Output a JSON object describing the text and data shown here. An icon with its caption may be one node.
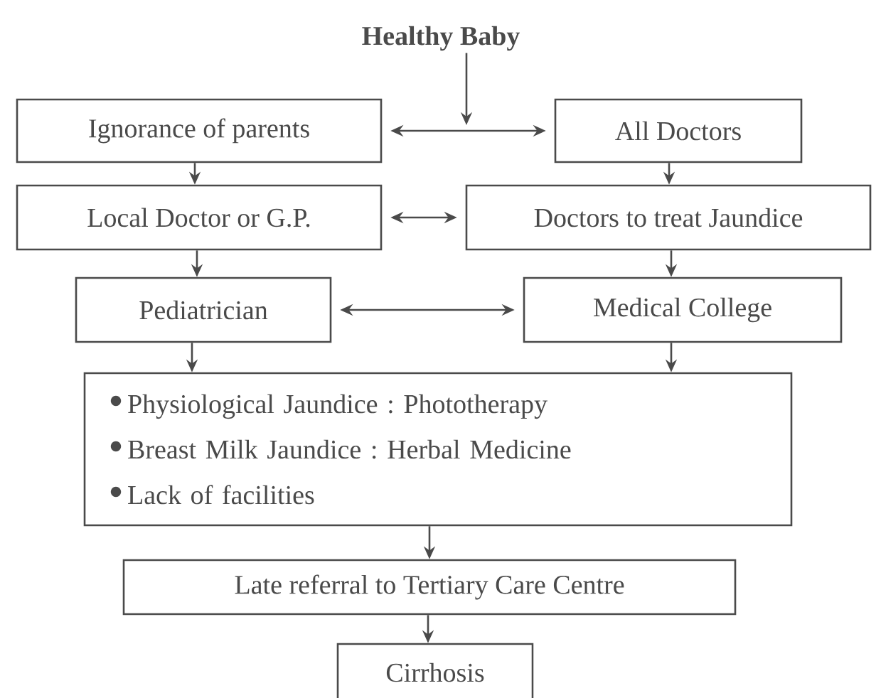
{
  "diagram": {
    "nodes": [
      {
        "text": [
          "Healthy Baby"
        ]
      },
      {
        "text": [
          "Ignorance of parents"
        ]
      },
      {
        "text": [
          "All Doctors"
        ]
      },
      {
        "text": [
          "Local Doctor or G.P."
        ]
      },
      {
        "text": [
          "Doctors to treat Jaundice"
        ]
      },
      {
        "text": [
          "Pediatrician"
        ]
      },
      {
        "text": [
          "Medical College"
        ]
      },
      {
        "text": [
          "Physiological Jaundice : Phototherapy",
          "Breast Milk Jaundice : Herbal Medicine",
          "Lack of facilities"
        ]
      },
      {
        "text": [
          "Late referral to Tertiary Care Centre"
        ]
      },
      {
        "text": [
          "Cirrhosis"
        ]
      }
    ],
    "edges": [
      {
        "from": 0,
        "to": null,
        "arrow": "to"
      },
      {
        "from": 1,
        "to": 2,
        "arrow": "both"
      },
      {
        "from": 1,
        "to": 3,
        "arrow": "to"
      },
      {
        "from": 2,
        "to": 4,
        "arrow": "to"
      },
      {
        "from": 3,
        "to": 4,
        "arrow": "both"
      },
      {
        "from": 3,
        "to": 5,
        "arrow": "to"
      },
      {
        "from": 4,
        "to": 6,
        "arrow": "to"
      },
      {
        "from": 5,
        "to": 6,
        "arrow": "both"
      },
      {
        "from": 5,
        "to": 7,
        "arrow": "to"
      },
      {
        "from": 6,
        "to": 7,
        "arrow": "to"
      },
      {
        "from": 7,
        "to": 8,
        "arrow": "to"
      },
      {
        "from": 8,
        "to": 9,
        "arrow": "to"
      }
    ]
  }
}
